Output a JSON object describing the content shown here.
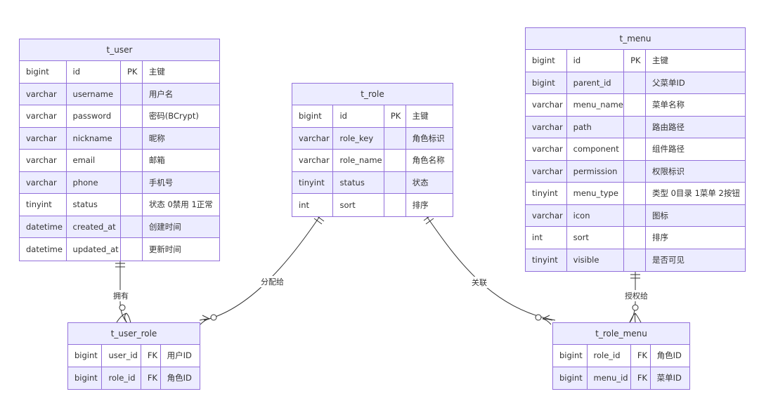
{
  "entities": {
    "t_user": {
      "name": "t_user",
      "rows": [
        {
          "type": "bigint",
          "name": "id",
          "key": "PK",
          "comment": "主键"
        },
        {
          "type": "varchar",
          "name": "username",
          "key": "",
          "comment": "用户名"
        },
        {
          "type": "varchar",
          "name": "password",
          "key": "",
          "comment": "密码(BCrypt)"
        },
        {
          "type": "varchar",
          "name": "nickname",
          "key": "",
          "comment": "昵称"
        },
        {
          "type": "varchar",
          "name": "email",
          "key": "",
          "comment": "邮箱"
        },
        {
          "type": "varchar",
          "name": "phone",
          "key": "",
          "comment": "手机号"
        },
        {
          "type": "tinyint",
          "name": "status",
          "key": "",
          "comment": "状态 0禁用 1正常"
        },
        {
          "type": "datetime",
          "name": "created_at",
          "key": "",
          "comment": "创建时间"
        },
        {
          "type": "datetime",
          "name": "updated_at",
          "key": "",
          "comment": "更新时间"
        }
      ]
    },
    "t_role": {
      "name": "t_role",
      "rows": [
        {
          "type": "bigint",
          "name": "id",
          "key": "PK",
          "comment": "主键"
        },
        {
          "type": "varchar",
          "name": "role_key",
          "key": "",
          "comment": "角色标识"
        },
        {
          "type": "varchar",
          "name": "role_name",
          "key": "",
          "comment": "角色名称"
        },
        {
          "type": "tinyint",
          "name": "status",
          "key": "",
          "comment": "状态"
        },
        {
          "type": "int",
          "name": "sort",
          "key": "",
          "comment": "排序"
        }
      ]
    },
    "t_menu": {
      "name": "t_menu",
      "rows": [
        {
          "type": "bigint",
          "name": "id",
          "key": "PK",
          "comment": "主键"
        },
        {
          "type": "bigint",
          "name": "parent_id",
          "key": "",
          "comment": "父菜单ID"
        },
        {
          "type": "varchar",
          "name": "menu_name",
          "key": "",
          "comment": "菜单名称"
        },
        {
          "type": "varchar",
          "name": "path",
          "key": "",
          "comment": "路由路径"
        },
        {
          "type": "varchar",
          "name": "component",
          "key": "",
          "comment": "组件路径"
        },
        {
          "type": "varchar",
          "name": "permission",
          "key": "",
          "comment": "权限标识"
        },
        {
          "type": "tinyint",
          "name": "menu_type",
          "key": "",
          "comment": "类型 0目录 1菜单 2按钮"
        },
        {
          "type": "varchar",
          "name": "icon",
          "key": "",
          "comment": "图标"
        },
        {
          "type": "int",
          "name": "sort",
          "key": "",
          "comment": "排序"
        },
        {
          "type": "tinyint",
          "name": "visible",
          "key": "",
          "comment": "是否可见"
        }
      ]
    },
    "t_user_role": {
      "name": "t_user_role",
      "rows": [
        {
          "type": "bigint",
          "name": "user_id",
          "key": "FK",
          "comment": "用户ID"
        },
        {
          "type": "bigint",
          "name": "role_id",
          "key": "FK",
          "comment": "角色ID"
        }
      ]
    },
    "t_role_menu": {
      "name": "t_role_menu",
      "rows": [
        {
          "type": "bigint",
          "name": "role_id",
          "key": "FK",
          "comment": "角色ID"
        },
        {
          "type": "bigint",
          "name": "menu_id",
          "key": "FK",
          "comment": "菜单ID"
        }
      ]
    }
  },
  "relationships": {
    "user_has": "拥有",
    "role_assigned": "分配给",
    "role_linked": "关联",
    "menu_granted": "授权给"
  },
  "colors": {
    "border": "#9370DB",
    "fill": "#ECECFF",
    "line": "#333333"
  }
}
